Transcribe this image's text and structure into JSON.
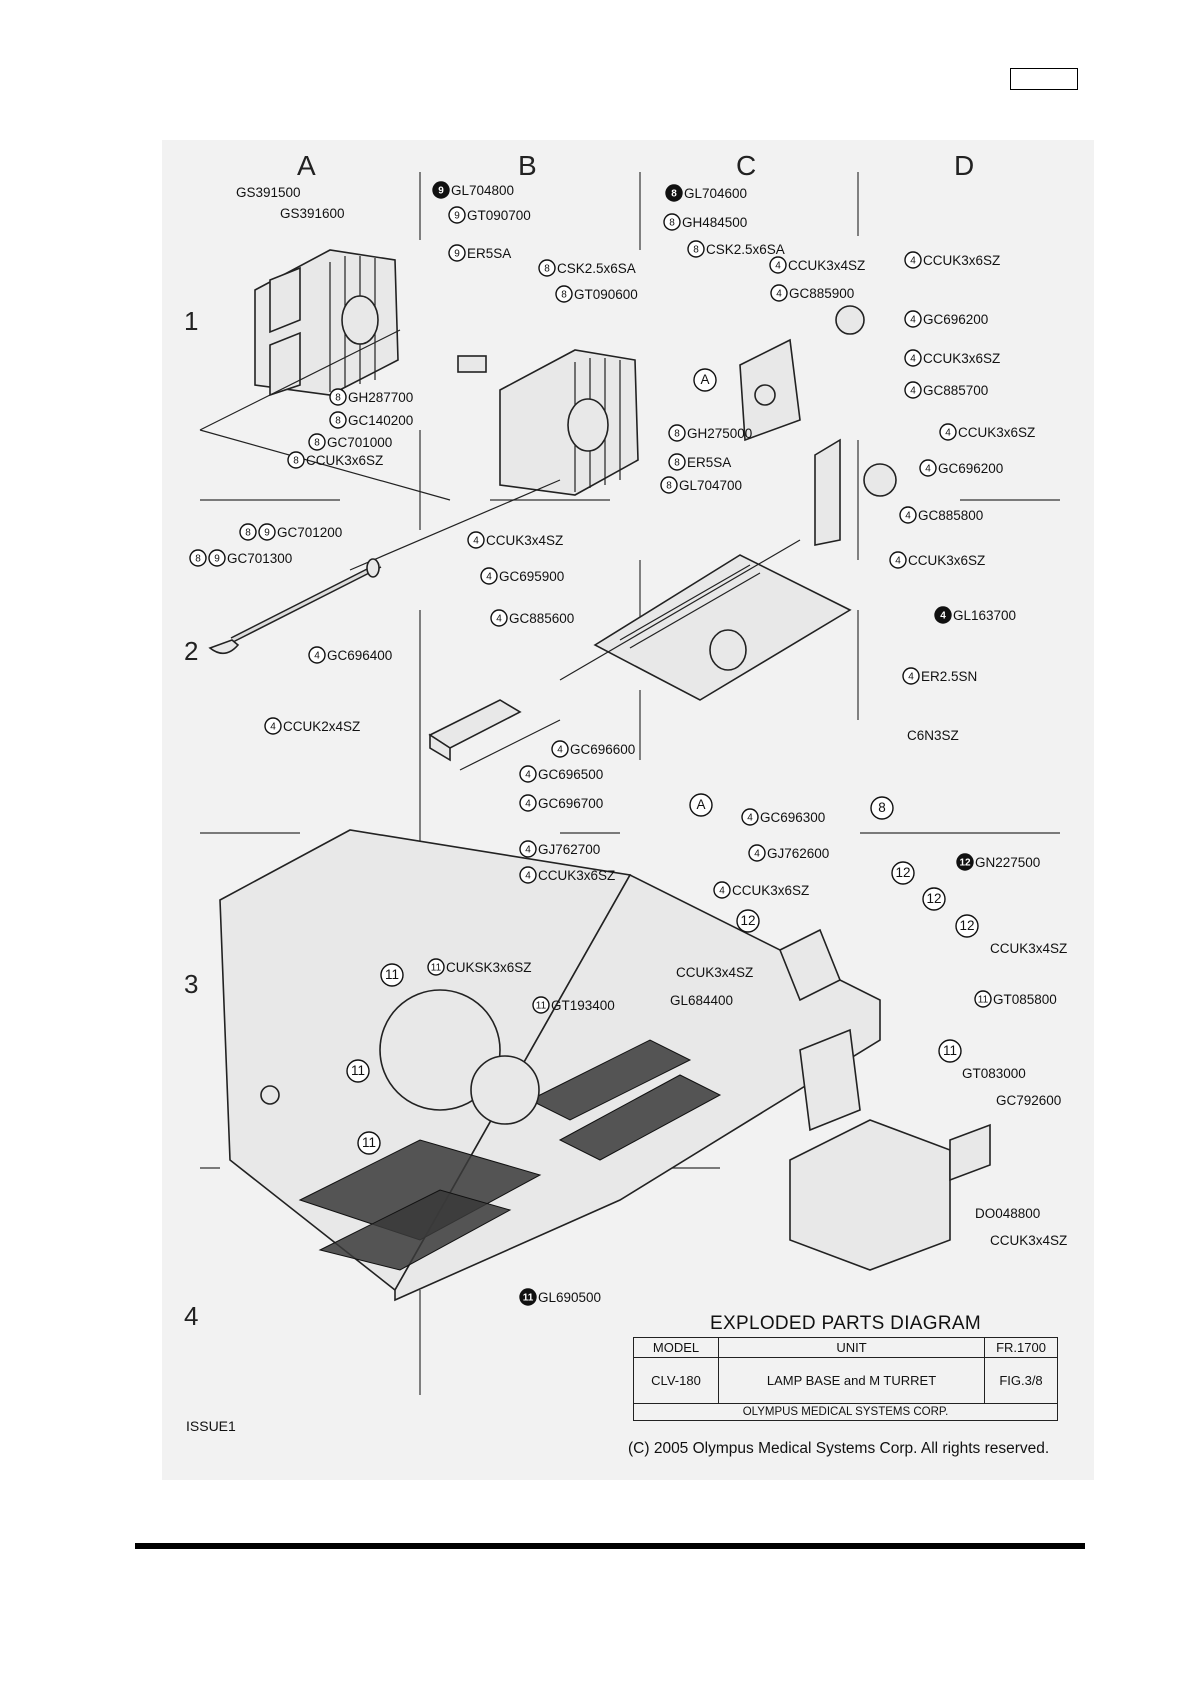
{
  "columns": [
    "A",
    "B",
    "C",
    "D"
  ],
  "rows": [
    "1",
    "2",
    "3",
    "4"
  ],
  "parts": [
    {
      "n": "",
      "code": "GS391500"
    },
    {
      "n": "",
      "code": "GS391600"
    },
    {
      "n": "9",
      "code": "GL704800",
      "bold": true
    },
    {
      "n": "9",
      "code": "GT090700"
    },
    {
      "n": "9",
      "code": "ER5SA"
    },
    {
      "n": "8",
      "code": "CSK2.5x6SA"
    },
    {
      "n": "8",
      "code": "GT090600"
    },
    {
      "n": "8",
      "code": "GL704600",
      "bold": true
    },
    {
      "n": "8",
      "code": "GH484500"
    },
    {
      "n": "8",
      "code": "CSK2.5x6SA"
    },
    {
      "n": "4",
      "code": "CCUK3x4SZ"
    },
    {
      "n": "4",
      "code": "GC885900"
    },
    {
      "n": "4",
      "code": "CCUK3x6SZ"
    },
    {
      "n": "4",
      "code": "GC696200"
    },
    {
      "n": "4",
      "code": "CCUK3x6SZ"
    },
    {
      "n": "4",
      "code": "GC885700"
    },
    {
      "n": "4",
      "code": "CCUK3x6SZ"
    },
    {
      "n": "4",
      "code": "GC696200"
    },
    {
      "n": "8",
      "code": "GH287700"
    },
    {
      "n": "8",
      "code": "GC140200"
    },
    {
      "n": "8",
      "code": "GC701000"
    },
    {
      "n": "8",
      "code": "CCUK3x6SZ"
    },
    {
      "n": "8",
      "code": "GH275000"
    },
    {
      "n": "8",
      "code": "ER5SA"
    },
    {
      "n": "8",
      "code": "GL704700"
    },
    {
      "n": "4",
      "code": "GC885800"
    },
    {
      "n": "89",
      "code": "GC701200"
    },
    {
      "n": "89",
      "code": "GC701300"
    },
    {
      "n": "4",
      "code": "CCUK3x4SZ"
    },
    {
      "n": "4",
      "code": "GC695900"
    },
    {
      "n": "4",
      "code": "CCUK3x6SZ"
    },
    {
      "n": "4",
      "code": "GL163700",
      "bold": true
    },
    {
      "n": "4",
      "code": "GC885600"
    },
    {
      "n": "4",
      "code": "GC696400"
    },
    {
      "n": "4",
      "code": "ER2.5SN"
    },
    {
      "n": "",
      "code": "C6N3SZ"
    },
    {
      "n": "4",
      "code": "CCUK2x4SZ"
    },
    {
      "n": "4",
      "code": "GC696600"
    },
    {
      "n": "4",
      "code": "GC696500"
    },
    {
      "n": "4",
      "code": "GC696700"
    },
    {
      "n": "4",
      "code": "GC696300"
    },
    {
      "n": "4",
      "code": "GJ762700"
    },
    {
      "n": "4",
      "code": "GJ762600"
    },
    {
      "n": "4",
      "code": "CCUK3x6SZ"
    },
    {
      "n": "12",
      "code": "GN227500",
      "bold": true
    },
    {
      "n": "4",
      "code": "CCUK3x6SZ"
    },
    {
      "n": "11",
      "code": "CUKSK3x6SZ"
    },
    {
      "n": "",
      "code": "CCUK3x4SZ"
    },
    {
      "n": "",
      "code": "CCUK3x4SZ"
    },
    {
      "n": "11",
      "code": "GT193400"
    },
    {
      "n": "",
      "code": "GL684400"
    },
    {
      "n": "11",
      "code": "GT085800"
    },
    {
      "n": "",
      "code": "GT083000"
    },
    {
      "n": "",
      "code": "GC792600"
    },
    {
      "n": "",
      "code": "DO048800"
    },
    {
      "n": "",
      "code": "CCUK3x4SZ"
    },
    {
      "n": "11",
      "code": "GL690500",
      "bold": true
    }
  ],
  "callouts": [
    "A",
    "A",
    "8",
    "11",
    "11",
    "11",
    "12",
    "12",
    "12",
    "12",
    "11"
  ],
  "title_block": {
    "title": "EXPLODED PARTS DIAGRAM",
    "model_label": "MODEL",
    "unit_label": "UNIT",
    "fr": "FR.1700",
    "model": "CLV-180",
    "unit": "LAMP BASE and M TURRET",
    "fig": "FIG.3/8",
    "company": "OLYMPUS MEDICAL SYSTEMS CORP."
  },
  "copyright": "(C) 2005 Olympus Medical Systems Corp. All rights reserved.",
  "issue": "ISSUE1"
}
